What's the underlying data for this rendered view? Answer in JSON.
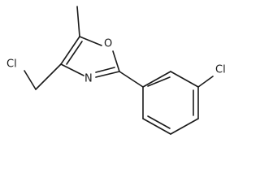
{
  "atoms": {
    "chlorine_left": "Cl",
    "oxygen": "O",
    "nitrogen": "N",
    "chlorine_right": "Cl"
  },
  "colors": {
    "bond": "#1a1a1a",
    "label": "#1a1a1a",
    "background": "#ffffff"
  }
}
